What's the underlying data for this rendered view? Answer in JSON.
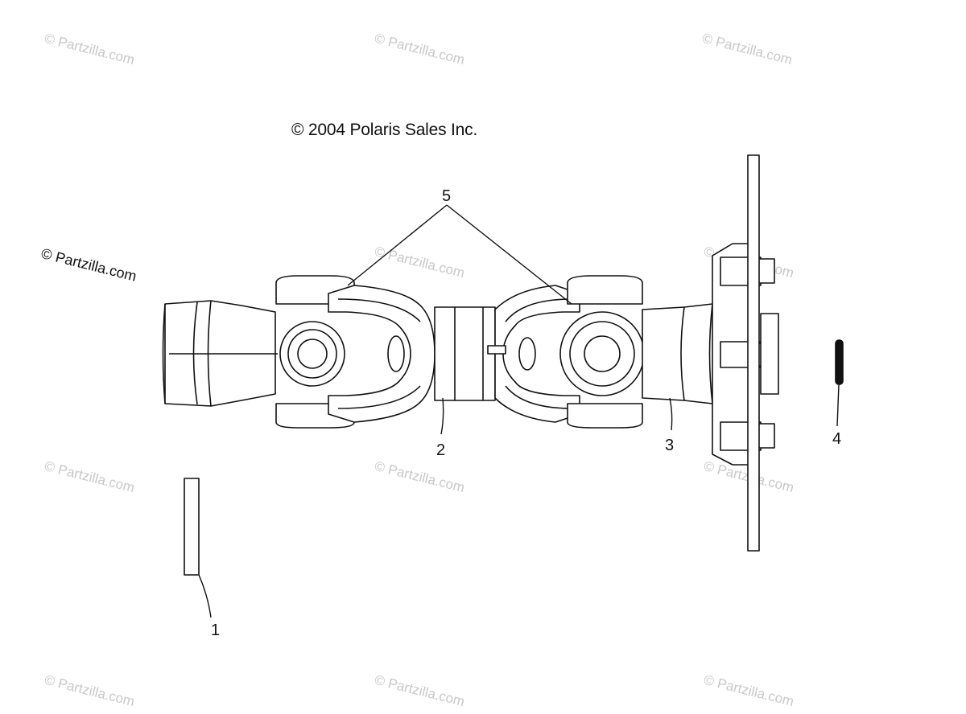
{
  "copyright": "© 2004 Polaris Sales Inc.",
  "watermark": "© Partzilla.com",
  "callouts": [
    "1",
    "2",
    "3",
    "4",
    "5"
  ]
}
